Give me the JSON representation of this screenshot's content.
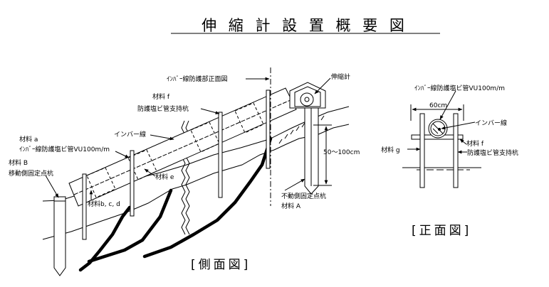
{
  "title": "伸 縮 計 設 置 概 要 図",
  "side_view": {
    "caption": "[側面図]",
    "labels": {
      "invar_protect_front": "ｲﾝﾊﾞｰ線防護部正面図",
      "extensometer": "伸縮計",
      "material_f_1": "材料 f",
      "material_f_2": "防護塩ビ管支持杭",
      "invar_wire": "インバー線",
      "material_a_1": "材料 a",
      "material_a_2": "ｲﾝﾊﾞｰ線防護塩ビ管VU100m/m",
      "material_b_1": "材料 B",
      "material_b_2": "移動側固定点杭",
      "material_e": "材料 e",
      "material_bcd": "材料b, c, d",
      "depth": "50～100cm",
      "fixed_1": "不動側固定点杭",
      "fixed_2": "材料 A"
    }
  },
  "front_view": {
    "caption": "[正面図]",
    "labels": {
      "pipe": "ｲﾝﾊﾞｰ線防護塩ビ管VU100m/m",
      "width": "60cm",
      "invar_wire": "インバー線",
      "material_f_1": "材料 f",
      "material_g": "材料 g",
      "material_f_2": "防護塩ビ管支持杭"
    }
  }
}
